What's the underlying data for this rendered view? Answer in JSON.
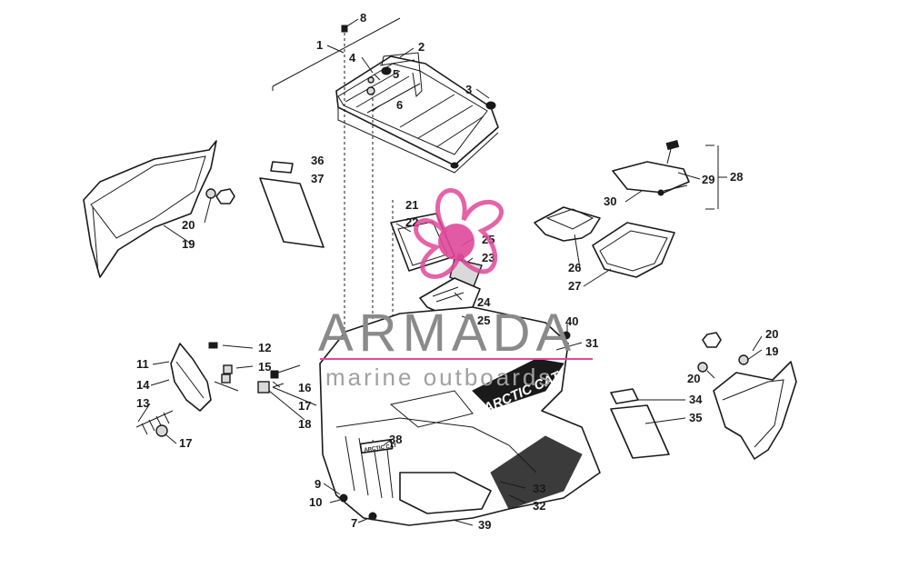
{
  "diagram": {
    "callouts": {
      "p1": "1",
      "p2": "2",
      "p3": "3",
      "p4": "4",
      "p5": "5",
      "p6": "6",
      "p7": "7",
      "p8": "8",
      "p9": "9",
      "p10": "10",
      "p11": "11",
      "p12": "12",
      "p13": "13",
      "p14": "14",
      "p15": "15",
      "p16": "16",
      "p17a": "17",
      "p17b": "17",
      "p18": "18",
      "p19a": "19",
      "p19b": "19",
      "p20a": "20",
      "p20b": "20",
      "p20c": "20",
      "p21": "21",
      "p22": "22",
      "p23": "23",
      "p24": "24",
      "p25a": "25",
      "p25b": "25",
      "p26": "26",
      "p27": "27",
      "p28": "28",
      "p29": "29",
      "p30": "30",
      "p31": "31",
      "p32": "32",
      "p33": "33",
      "p34": "34",
      "p35": "35",
      "p36": "36",
      "p37": "37",
      "p38": "38",
      "p39": "39",
      "p40": "40"
    },
    "decal_text": "ARCTIC CAT",
    "badge_text": "ARCTIC CAT"
  },
  "watermark": {
    "title": "ARMADA",
    "subtitle": "marine outboards",
    "logo_color": "#e0489a"
  },
  "colors": {
    "line": "#1a1a1a",
    "background": "#ffffff"
  }
}
